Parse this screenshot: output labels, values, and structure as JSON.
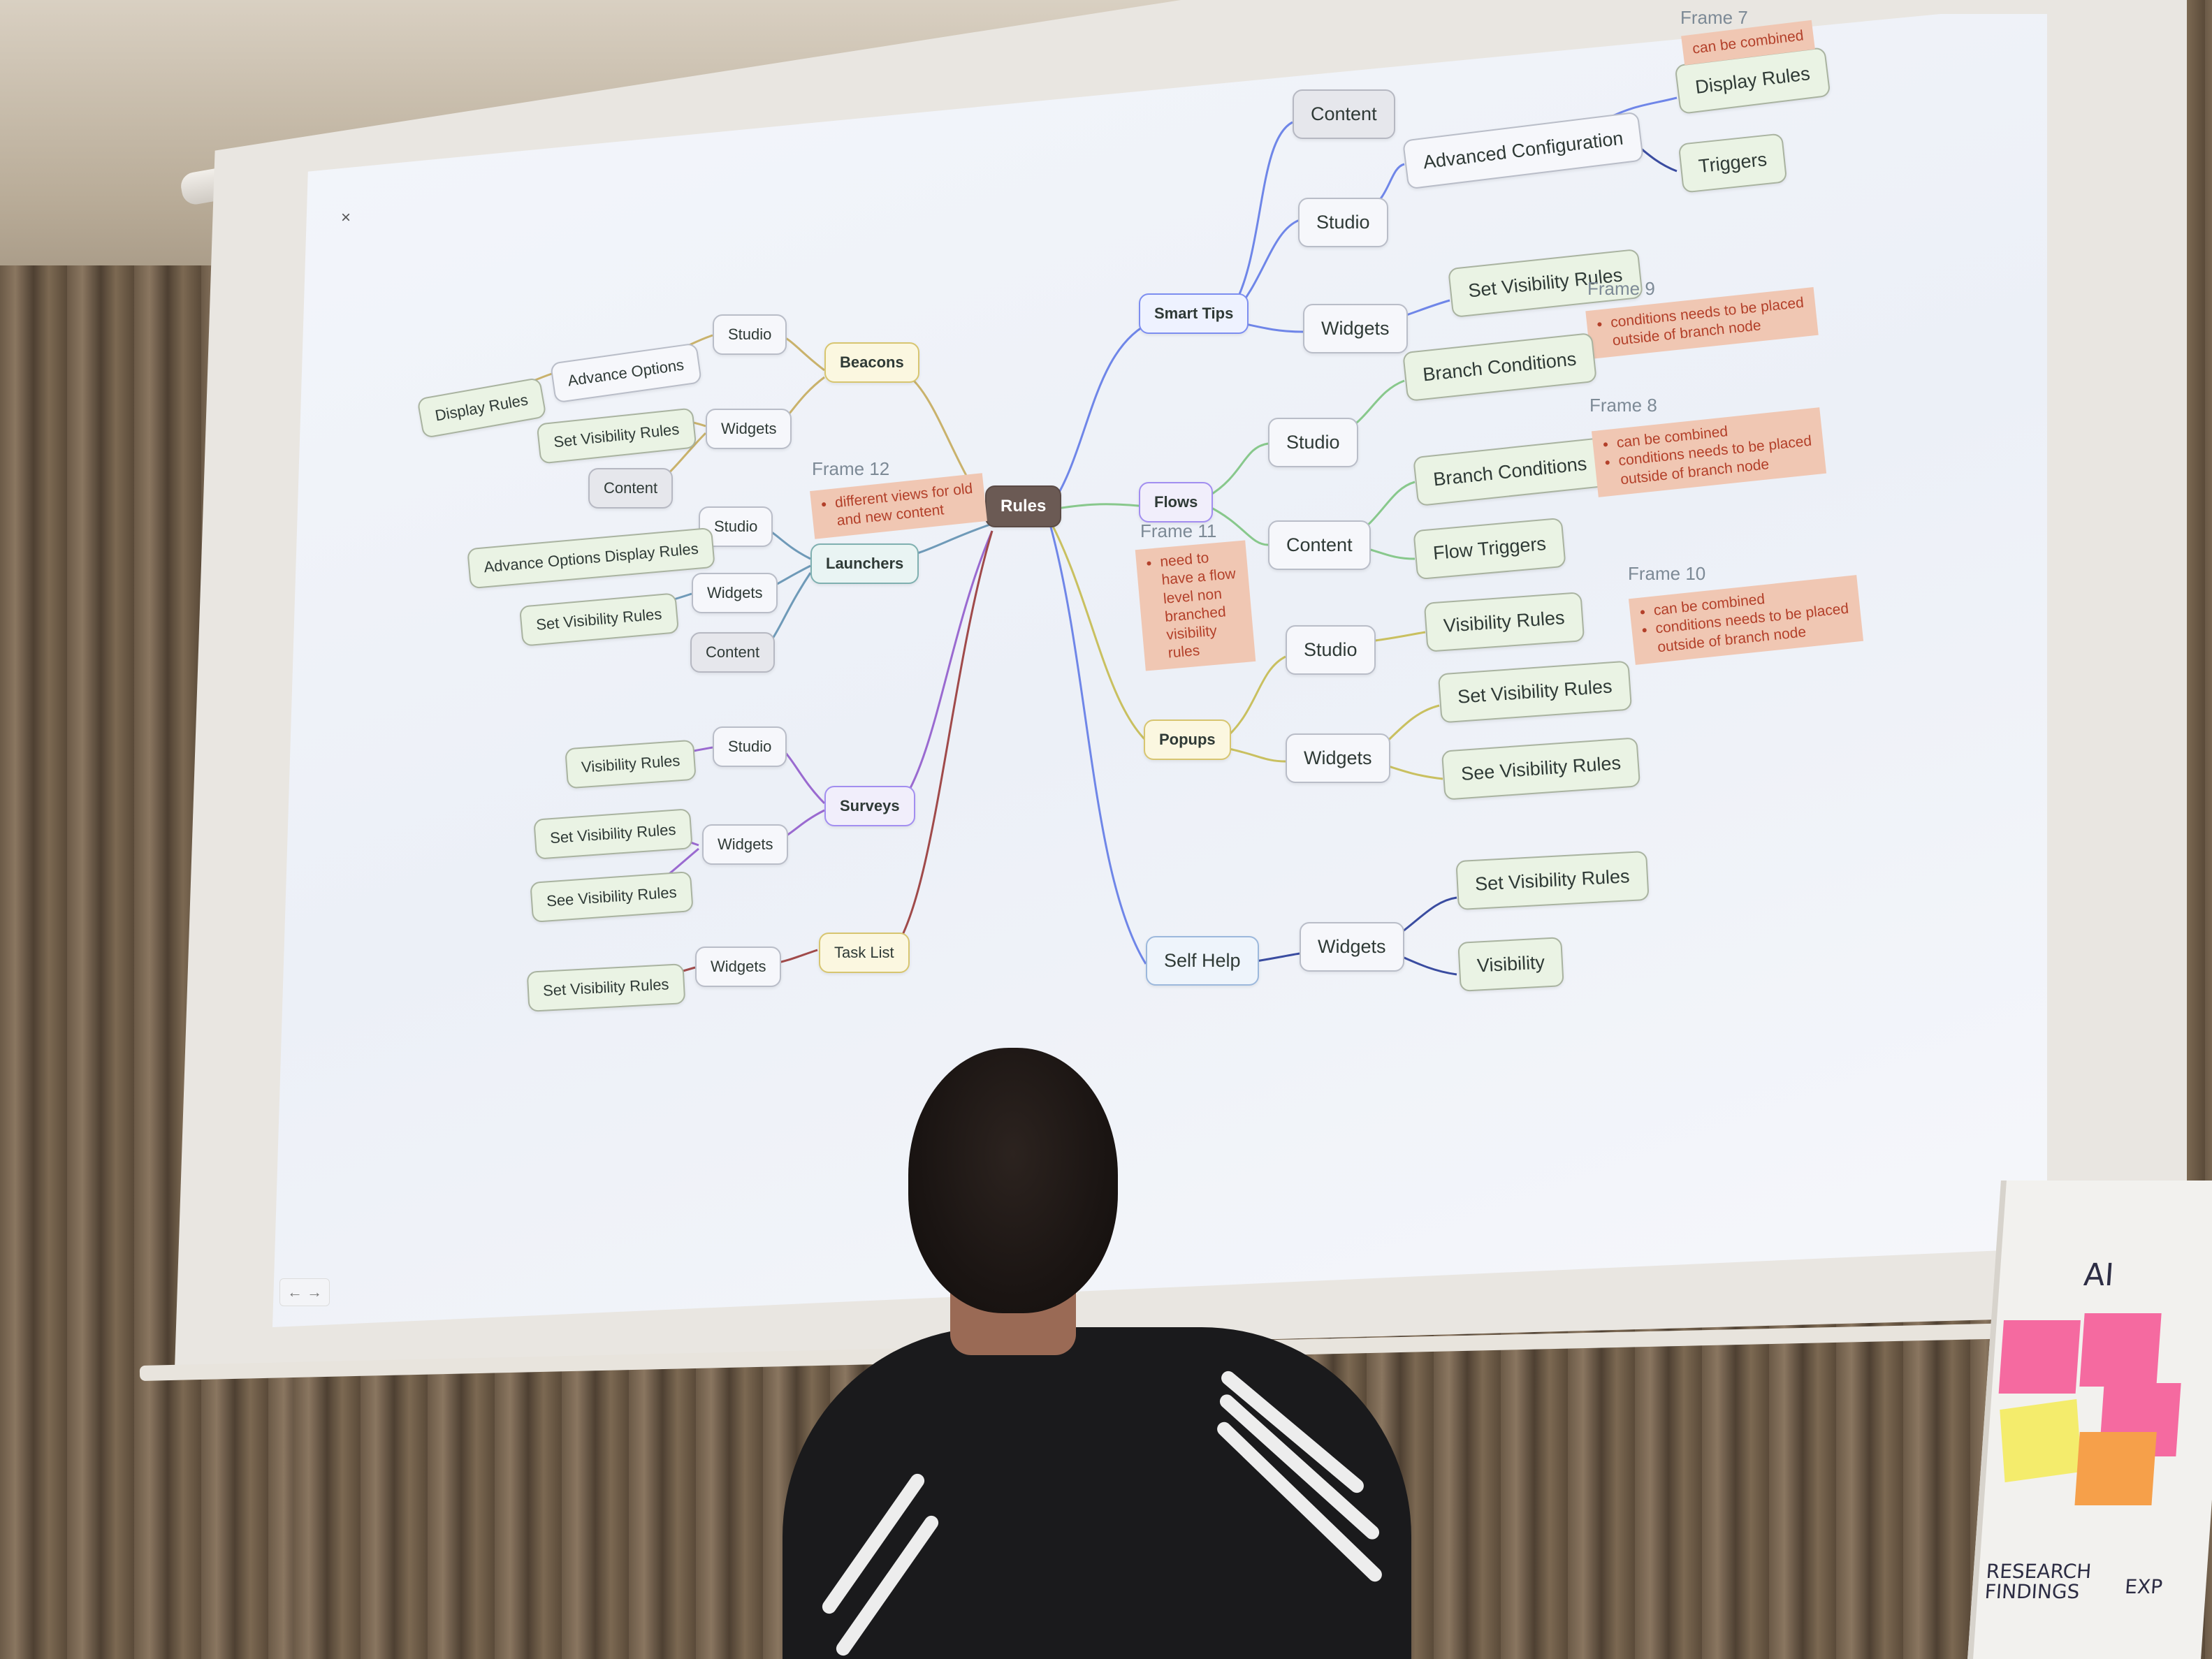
{
  "slide": {
    "close_icon": "×",
    "nav_arrows": "← →",
    "root": "Rules",
    "left": {
      "beacons": {
        "label": "Beacons",
        "studio": "Studio",
        "advance_options": "Advance Options",
        "display_rules": "Display Rules",
        "widgets": "Widgets",
        "set_visibility_rules": "Set Visibility Rules",
        "content": "Content"
      },
      "launchers": {
        "label": "Launchers",
        "studio": "Studio",
        "advance_options_display_rules": "Advance Options Display Rules",
        "widgets": "Widgets",
        "set_visibility_rules": "Set Visibility Rules",
        "content": "Content"
      },
      "surveys": {
        "label": "Surveys",
        "studio": "Studio",
        "visibility_rules": "Visibility Rules",
        "widgets": "Widgets",
        "set_visibility_rules": "Set Visibility Rules",
        "see_visibility_rules": "See Visibility Rules"
      },
      "task_list": {
        "label": "Task List",
        "widgets": "Widgets",
        "set_visibility_rules": "Set Visibility Rules"
      },
      "frame12": {
        "label": "Frame 12",
        "note": "different views for old and new content"
      }
    },
    "right": {
      "smart_tips": {
        "label": "Smart Tips",
        "content": "Content",
        "studio": "Studio",
        "advanced_configuration": "Advanced Configuration",
        "display_rules": "Display Rules",
        "triggers": "Triggers",
        "widgets": "Widgets",
        "set_visibility_rules": "Set Visibility Rules"
      },
      "flows": {
        "label": "Flows",
        "studio": "Studio",
        "branch_conditions_1": "Branch Conditions",
        "content": "Content",
        "branch_conditions_2": "Branch Conditions",
        "flow_triggers": "Flow Triggers"
      },
      "popups": {
        "label": "Popups",
        "studio": "Studio",
        "visibility_rules": "Visibility Rules",
        "widgets": "Widgets",
        "set_visibility_rules": "Set Visibility Rules",
        "see_visibility_rules": "See Visibility Rules"
      },
      "self_help": {
        "label": "Self Help",
        "widgets": "Widgets",
        "set_visibility_rules": "Set Visibility Rules",
        "visibility": "Visibility"
      },
      "frame7": {
        "label": "Frame 7",
        "note": "can be combined"
      },
      "frame9": {
        "label": "Frame 9",
        "note": "conditions needs to be placed outside of branch node"
      },
      "frame8": {
        "label": "Frame 8",
        "note1": "can be combined",
        "note2": "conditions needs to be placed outside of branch node"
      },
      "frame10": {
        "label": "Frame 10",
        "note1": "can be combined",
        "note2": "conditions needs to be placed outside of branch node"
      },
      "frame11": {
        "label": "Frame 11",
        "note": "need to have a flow level non branched visibility rules"
      }
    }
  },
  "flipchart": {
    "title": "AI",
    "label1": "RESEARCH FINDINGS",
    "label2": "EXP"
  },
  "colors": {
    "root": "#6b5a54",
    "note_bg": "#f0c7b3",
    "note_text": "#b3402a"
  }
}
